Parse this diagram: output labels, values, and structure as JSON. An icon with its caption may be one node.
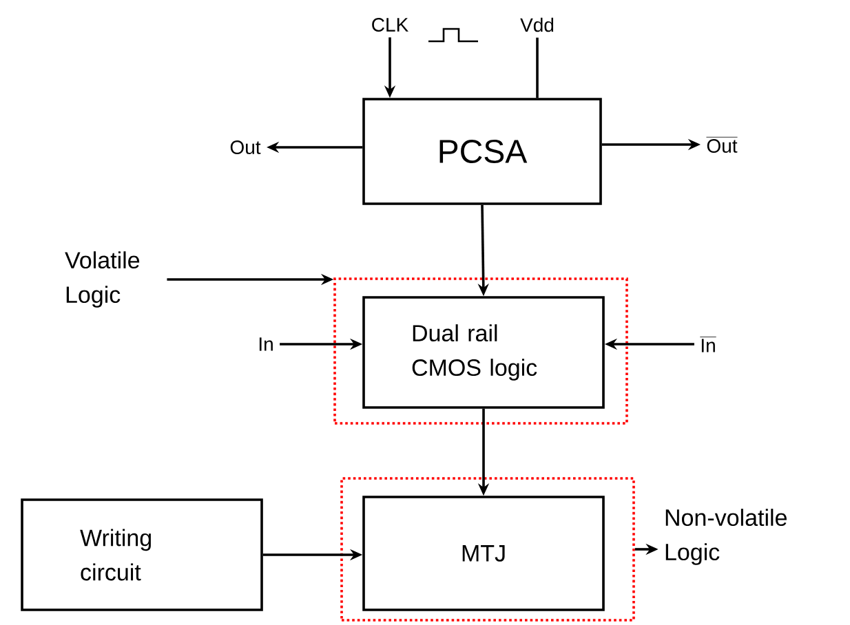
{
  "diagram": {
    "nodes": [
      {
        "text": [
          "PCSA"
        ]
      },
      {
        "text": [],
        "shape": "box"
      },
      {
        "text": [
          "Dual rail CMOS logic"
        ],
        "in": 1
      },
      {
        "text": [],
        "shape": "box"
      },
      {
        "text": [
          "MTJ"
        ],
        "in": 3
      },
      {
        "text": [
          "Writing circuit"
        ]
      },
      {
        "text": [
          "CLK"
        ]
      },
      {
        "text": [
          "Vdd"
        ]
      },
      {
        "text": [
          "Out"
        ]
      },
      {
        "text": [
          "Out"
        ]
      },
      {
        "text": [
          "Volatile Logic"
        ]
      },
      {
        "text": [
          "In"
        ]
      },
      {
        "text": [
          "In"
        ]
      },
      {
        "text": [
          "Non-volatile Logic"
        ]
      }
    ],
    "edges": [
      {
        "from": 6,
        "to": 0,
        "arrow": "to"
      },
      {
        "from": 7,
        "to": 0,
        "arrow": "none"
      },
      {
        "from": 0,
        "to": 8,
        "arrow": "to"
      },
      {
        "from": 0,
        "to": 9,
        "arrow": "to"
      },
      {
        "from": 0,
        "to": 2,
        "arrow": "to"
      },
      {
        "from": 10,
        "to": 1,
        "arrow": "to"
      },
      {
        "from": 11,
        "to": 2,
        "arrow": "to"
      },
      {
        "from": 12,
        "to": 2,
        "arrow": "to"
      },
      {
        "from": 2,
        "to": 4,
        "arrow": "to"
      },
      {
        "from": 5,
        "to": 4,
        "arrow": "to"
      },
      {
        "from": 3,
        "to": 13,
        "arrow": "to"
      }
    ]
  }
}
